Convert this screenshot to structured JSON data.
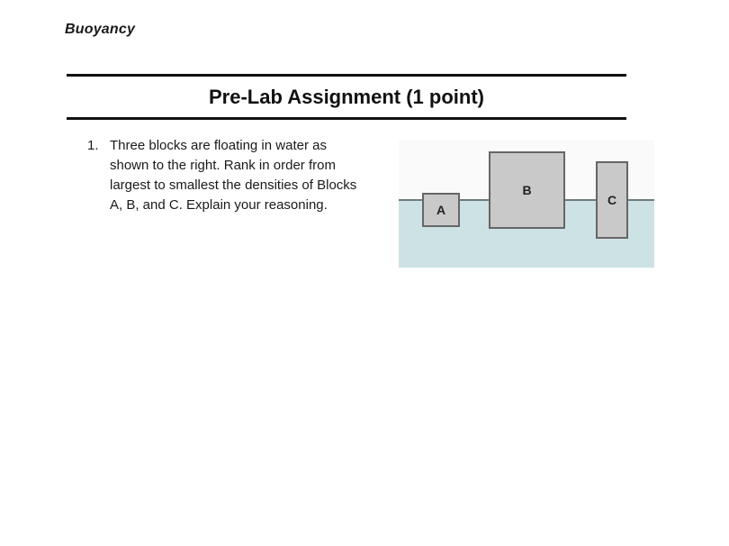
{
  "page": {
    "header": "Buoyancy"
  },
  "assignment": {
    "title": "Pre-Lab Assignment (1 point)"
  },
  "question": {
    "number": "1.",
    "text": "Three blocks are floating in water as shown to the right. Rank in order from largest to smallest the densities of Blocks A, B, and C. Explain your reasoning.",
    "lines": [
      "Three blocks are floating in water as",
      "shown to the right. Rank in order from",
      "largest to smallest the densities of Blocks",
      "A, B, and C. Explain your reasoning."
    ]
  },
  "diagram": {
    "description": "Three blocks floating in water at different depths",
    "blocks": [
      {
        "label": "A"
      },
      {
        "label": "B"
      },
      {
        "label": "C"
      }
    ],
    "colors": {
      "water": "#cde2e4",
      "water_line": "#6e7b7c",
      "block_fill": "#c9c9c9",
      "block_border": "#666666",
      "above_water": "#fafafa"
    }
  }
}
